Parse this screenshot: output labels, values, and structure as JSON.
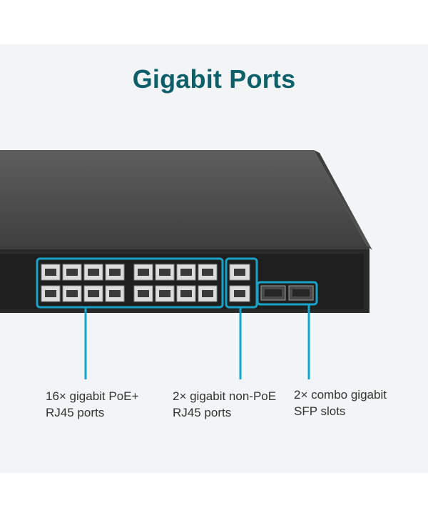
{
  "title": "Gigabit Ports",
  "callouts": [
    {
      "line1": "16× gigabit PoE+",
      "line2": "RJ45 ports"
    },
    {
      "line1": "2× gigabit non-PoE",
      "line2": "RJ45 ports"
    },
    {
      "line1": "2× combo gigabit",
      "line2": "SFP slots"
    }
  ],
  "colors": {
    "heading": "#0d5f6a",
    "highlight": "#1aa3c8",
    "chassis_top": "#4c4c4c",
    "chassis_front": "#2b2b2b"
  }
}
